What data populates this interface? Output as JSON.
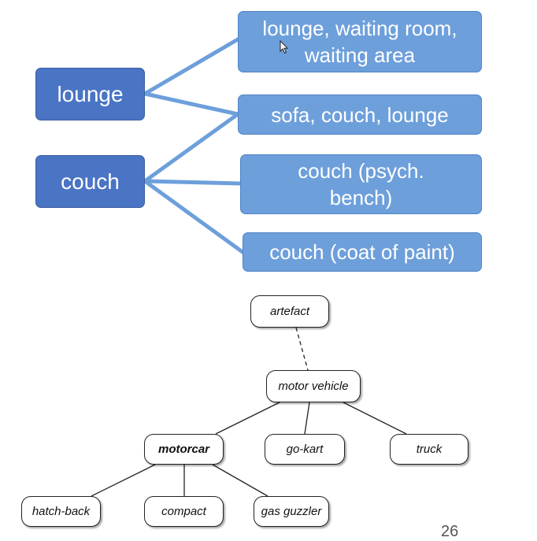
{
  "sense_diagram": {
    "words": [
      {
        "id": "lounge",
        "label": "lounge"
      },
      {
        "id": "couch",
        "label": "couch"
      }
    ],
    "senses": [
      {
        "id": "waiting-room",
        "label": "lounge, waiting room, waiting area"
      },
      {
        "id": "sofa",
        "label": "sofa, couch, lounge"
      },
      {
        "id": "psych-bench",
        "label": "couch (psych. bench)"
      },
      {
        "id": "coat-of-paint",
        "label": "couch (coat of paint)"
      }
    ],
    "links": [
      {
        "from": "lounge",
        "to": "waiting-room"
      },
      {
        "from": "lounge",
        "to": "sofa"
      },
      {
        "from": "couch",
        "to": "sofa"
      },
      {
        "from": "couch",
        "to": "psych-bench"
      },
      {
        "from": "couch",
        "to": "coat-of-paint"
      }
    ]
  },
  "taxonomy": {
    "nodes": [
      {
        "id": "artefact",
        "label": "artefact"
      },
      {
        "id": "motor-vehicle",
        "label": "motor vehicle"
      },
      {
        "id": "motorcar",
        "label": "motorcar",
        "highlighted": true
      },
      {
        "id": "go-kart",
        "label": "go-kart"
      },
      {
        "id": "truck",
        "label": "truck"
      },
      {
        "id": "hatch-back",
        "label": "hatch-back"
      },
      {
        "id": "compact",
        "label": "compact"
      },
      {
        "id": "gas-guzzler",
        "label": "gas guzzler"
      }
    ],
    "edges": [
      {
        "from": "artefact",
        "to": "motor-vehicle",
        "style": "dashed"
      },
      {
        "from": "motor-vehicle",
        "to": "motorcar",
        "style": "solid"
      },
      {
        "from": "motor-vehicle",
        "to": "go-kart",
        "style": "solid"
      },
      {
        "from": "motor-vehicle",
        "to": "truck",
        "style": "solid"
      },
      {
        "from": "motorcar",
        "to": "hatch-back",
        "style": "solid"
      },
      {
        "from": "motorcar",
        "to": "compact",
        "style": "solid"
      },
      {
        "from": "motorcar",
        "to": "gas-guzzler",
        "style": "solid"
      }
    ]
  },
  "colors": {
    "word_box": "#4a74c4",
    "sense_box": "#6d9fdb",
    "connector": "#6d9fdb"
  },
  "footer": {
    "page_number": "26"
  }
}
